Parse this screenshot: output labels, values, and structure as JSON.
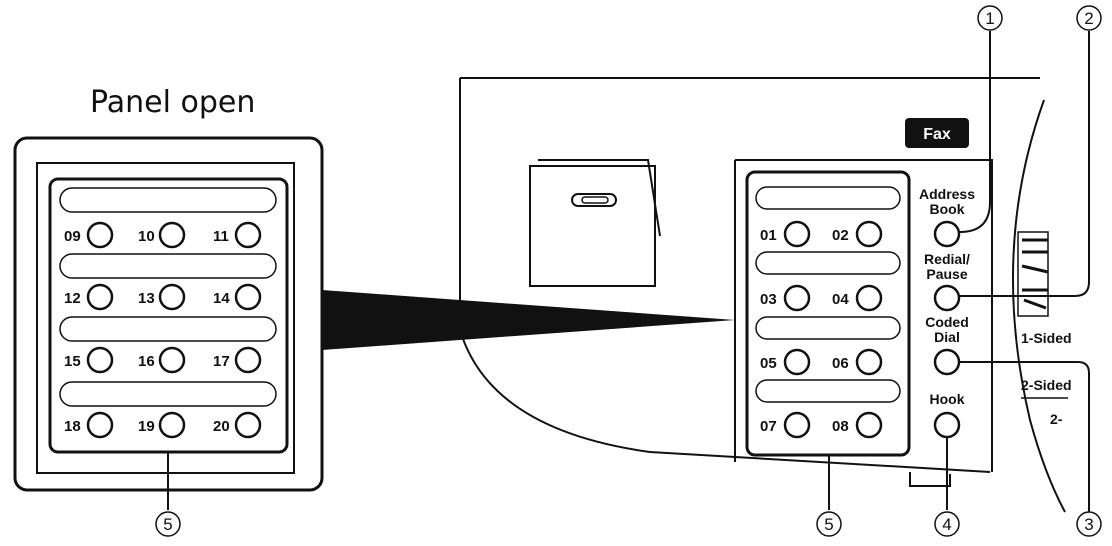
{
  "title": "Panel open",
  "fax_label": "Fax",
  "panel_keys": [
    "09",
    "10",
    "11",
    "12",
    "13",
    "14",
    "15",
    "16",
    "17",
    "18",
    "19",
    "20"
  ],
  "device_keys": [
    "01",
    "02",
    "03",
    "04",
    "05",
    "06",
    "07",
    "08"
  ],
  "buttons": {
    "address_book": [
      "Address",
      "Book"
    ],
    "redial_pause": [
      "Redial/",
      "Pause"
    ],
    "coded_dial": [
      "Coded",
      "Dial"
    ],
    "hook": "Hook"
  },
  "side_labels": [
    "1-Sided",
    "2-Sided",
    "2-"
  ],
  "callouts": {
    "c1": "1",
    "c2": "2",
    "c3": "3",
    "c4": "4",
    "c5_left": "5",
    "c5_right": "5"
  }
}
